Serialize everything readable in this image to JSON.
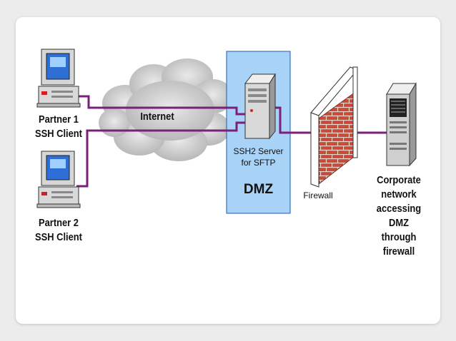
{
  "labels": {
    "partner1": [
      "Partner 1",
      "SSH Client"
    ],
    "partner2": [
      "Partner 2",
      "SSH Client"
    ],
    "internet": "Internet",
    "server": [
      "SSH2 Server",
      "for SFTP"
    ],
    "dmz": "DMZ",
    "firewall": "Firewall",
    "corporate": [
      "Corporate",
      "network",
      "accessing",
      "DMZ",
      "through",
      "firewall"
    ]
  },
  "colors": {
    "link": "#7b1f7a",
    "dmz_fill": "#a9d2f7",
    "dmz_border": "#1e58b4",
    "brick": "#c84a3a",
    "mortar": "#f0d7cc",
    "cloud": "#bdbdbd"
  }
}
